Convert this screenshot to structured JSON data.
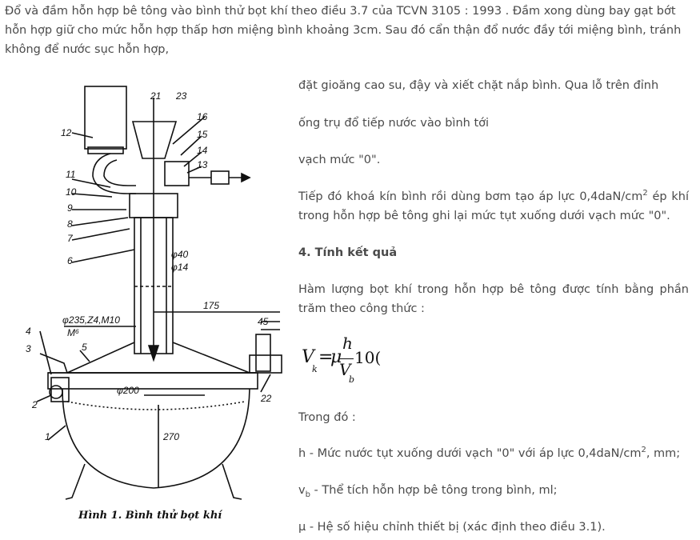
{
  "intro": {
    "text": "Đổ và đầm hỗn hợp bê tông vào bình thử bọt khí theo điều 3.7 của TCVN 3105 : 1993 . Đầm xong dùng bay gạt bớt hỗn hợp giữ cho mức hỗn hợp thấp hơn miệng bình khoảng 3cm. Sau đó cẩn thận đổ nước đầy tới miệng bình, tránh không để nước sục hỗn hợp,"
  },
  "figure": {
    "caption": "Hình 1.  Bình thử bọt khí",
    "labels": {
      "n21": "21",
      "n23": "23",
      "n16": "16",
      "n15": "15",
      "n14": "14",
      "n13": "13",
      "n12": "12",
      "n11": "11",
      "n10": "10",
      "n9": "9",
      "n8": "8",
      "n7": "7",
      "n6": "6",
      "n4": "4",
      "n3": "3",
      "n5": "5",
      "n2": "2",
      "n1": "1",
      "n22": "22",
      "d40": "φ40",
      "d14": "φ14",
      "d175": "175",
      "d45": "45",
      "thread": "φ235,Z4,M10",
      "m6": "M⁶",
      "d200": "φ200",
      "d270": "270"
    }
  },
  "content": {
    "p1": "đặt gioăng cao su, đậy và xiết chặt nắp bình. Qua lỗ trên đỉnh",
    "p2": "ống trụ đổ tiếp nước vào bình tới",
    "p3": "vạch mức \"0\".",
    "p4_a": "Tiếp đó khoá kín bình rồi dùng bơm tạo áp lực 0,4daN/cm",
    "p4_sup": "2",
    "p4_b": " ép khí trong hỗn hợp bê tông ghi lại mức tụt xuống dưới vạch mức \"0\".",
    "heading": "4. Tính kết quả",
    "p5": "Hàm lượng bọt khí trong hỗn hợp bê tông được tính bằng phần trăm theo công thức :",
    "formula": {
      "V": "V",
      "k": "k",
      "eq": "=",
      "mu": "μ",
      "h": "h",
      "Vb": "V",
      "b": "b",
      "c": "10("
    },
    "where": "Trong đó :",
    "def_h_a": "h - Mức nước tụt xuống dưới vạch \"0\" với áp lực 0,4daN/cm",
    "def_h_sup": "2",
    "def_h_b": ", mm;",
    "def_v_a": "v",
    "def_v_sub": "b",
    "def_v_b": " - Thể tích hỗn hợp bê tông trong bình, ml;",
    "def_mu": "μ - Hệ số hiệu chỉnh thiết bị (xác định theo điều 3.1)."
  }
}
